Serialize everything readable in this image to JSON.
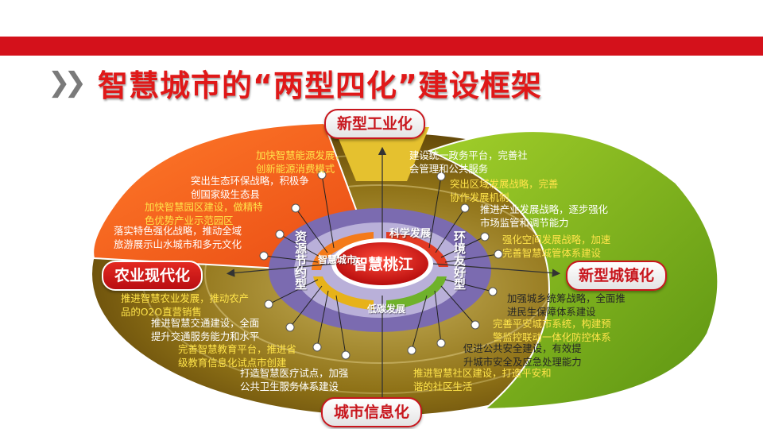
{
  "title": "智慧城市的“两型四化”建设框架",
  "center": "智慧桃江",
  "pillars": {
    "top": "新型工业化",
    "left": "农业现代化",
    "right": "新型城镇化",
    "bottom": "城市信息化"
  },
  "ring_labels": {
    "resource": "资源节约型",
    "env": "环境友好型",
    "tech": "科学发展",
    "green": "低碳发展",
    "smart": "智慧城市"
  },
  "items": {
    "tl1": [
      "加快智慧能源发展，",
      "创新能源消费模式"
    ],
    "tl2": [
      "突出生态环保战略，积极争",
      "创国家级生态县"
    ],
    "tl3": [
      "加快智慧园区建设，做精特",
      "色优势产业示范园区"
    ],
    "tl4": [
      "落实特色强化战略，推动全域",
      "旅游展示山水城市和多元文化"
    ],
    "tr1": [
      "建设统一政务平台，完善社",
      "会管理和公共服务"
    ],
    "tr2": [
      "突出区域发展战略，完善",
      "协作发展机制"
    ],
    "tr3": [
      "推进产业发展战略，逐步强化",
      "市场监管和调节能力"
    ],
    "tr4": [
      "强化空间发展战略，加速",
      "完善智慧城管体系建设"
    ],
    "bl1": [
      "推进智慧农业发展，推动农产",
      "品的O2O直营销售"
    ],
    "bl2": [
      "推进智慧交通建设，全面",
      "提升交通服务能力和水平"
    ],
    "bl3": [
      "完善智慧教育平台，推进省",
      "级教育信息化试点市创建"
    ],
    "bl4": [
      "打造智慧医疗试点，加强",
      "公共卫生服务体系建设"
    ],
    "br1": [
      "加强城乡统筹战略，全面推",
      "进民生保障体系建设"
    ],
    "br2": [
      "完善平安城市系统，构建预",
      "警监控联动一体化防控体系"
    ],
    "br3": [
      "促进公共安全建设，有效提",
      "升城市安全及应急处理能力"
    ],
    "br4": [
      "推进智慧社区建设，打造平安和",
      "谐的社区生活"
    ]
  },
  "colors": {
    "red": "#d4111b",
    "orange": "#f15a1d",
    "green": "#7ab51d",
    "olive": "#8b6a12",
    "purple": "#7b6bb0"
  }
}
